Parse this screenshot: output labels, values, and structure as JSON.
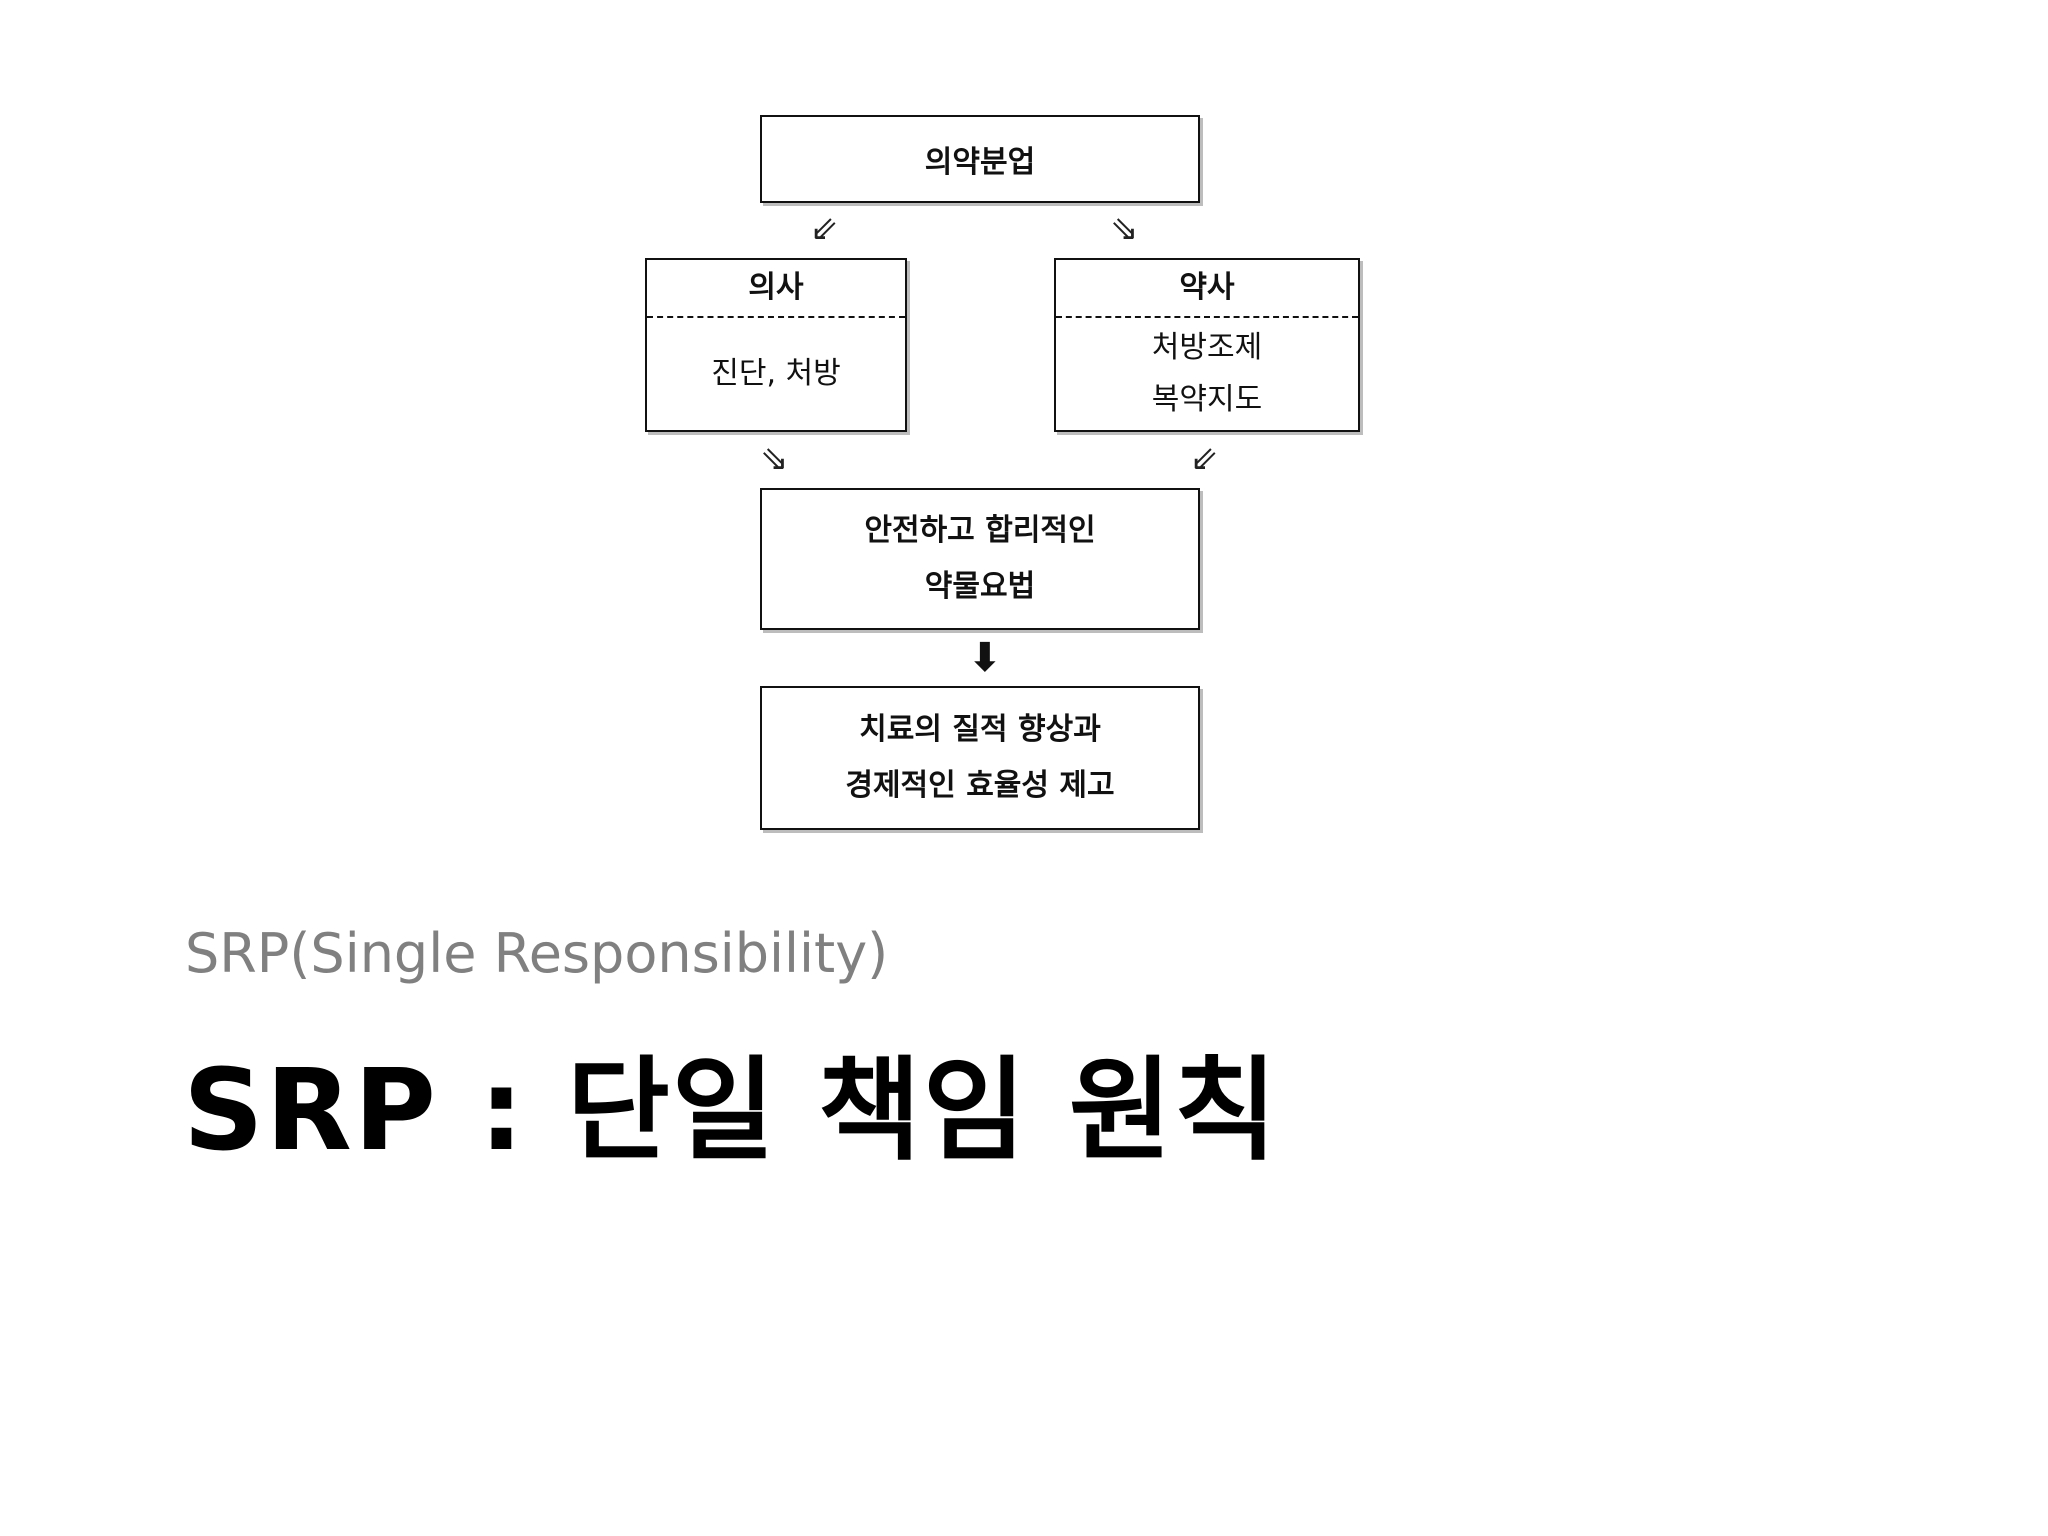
{
  "diagram": {
    "top_box": "의약분업",
    "doctor": {
      "title": "의사",
      "duties": [
        "진단, 처방"
      ]
    },
    "pharmacist": {
      "title": "약사",
      "duties": [
        "처방조제",
        "복약지도"
      ]
    },
    "result_box": [
      "안전하고 합리적인",
      "약물요법"
    ],
    "final_box": [
      "치료의 질적 향상과",
      "경제적인 효율성 제고"
    ]
  },
  "slide": {
    "subtitle": "SRP(Single Responsibility)",
    "title": "SRP : 단일 책임 원칙"
  }
}
